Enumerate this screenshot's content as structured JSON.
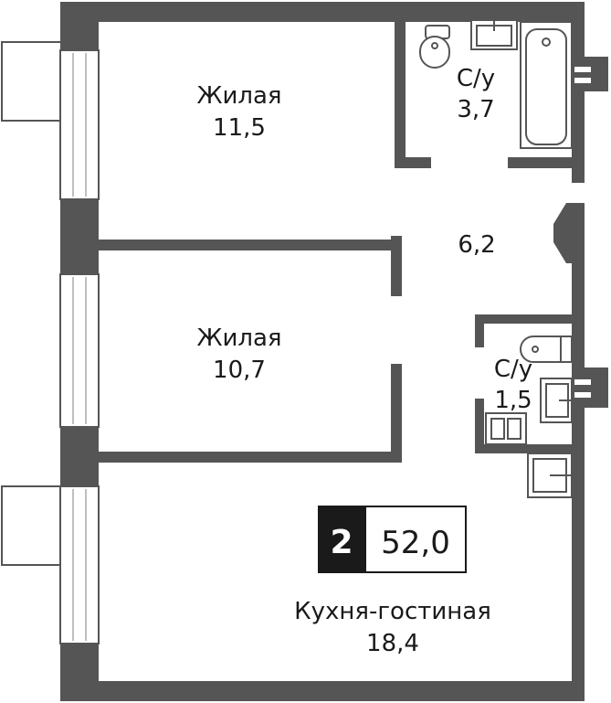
{
  "rooms": {
    "living1": {
      "name": "Жилая",
      "area": "11,5"
    },
    "bath1": {
      "name": "С/у",
      "area": "3,7"
    },
    "hall": {
      "area": "6,2"
    },
    "living2": {
      "name": "Жилая",
      "area": "10,7"
    },
    "bath2": {
      "name": "С/у",
      "area": "1,5"
    },
    "kitchen": {
      "name": "Кухня-гостиная",
      "area": "18,4"
    }
  },
  "summary": {
    "rooms_count": "2",
    "total_area": "52,0"
  },
  "colors": {
    "wall": "#555555",
    "badge_dark": "#1a1a1a",
    "text": "#1a1a1a"
  }
}
